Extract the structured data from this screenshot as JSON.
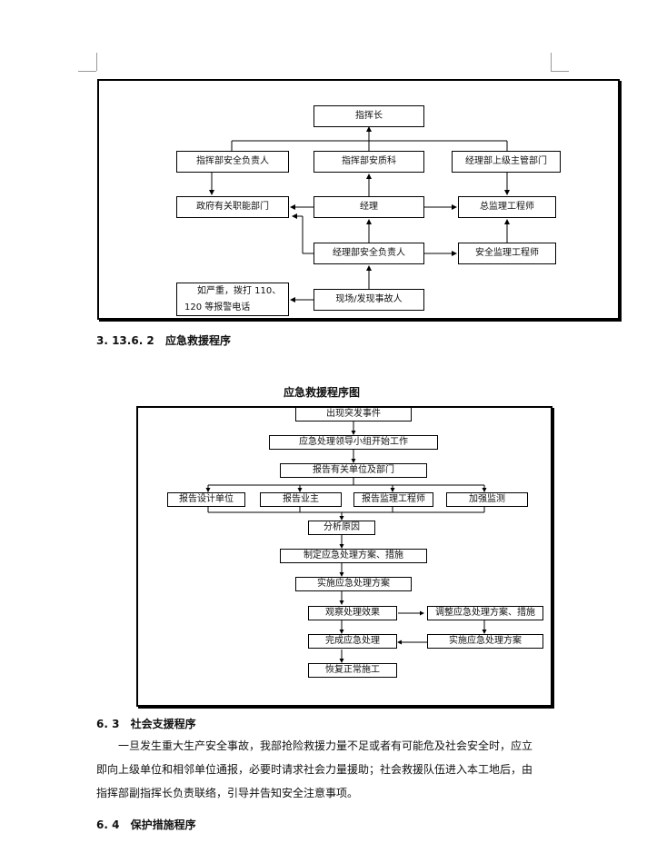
{
  "org_chart": {
    "commander": "指挥长",
    "safety_lead": "指挥部安全负责人",
    "safety_dept": "指挥部安质科",
    "superior_dept": "经理部上级主管部门",
    "gov_dept": "政府有关职能部门",
    "manager": "经理",
    "chief_supervisor": "总监理工程师",
    "mgr_safety_lead": "经理部安全负责人",
    "safety_supervisor": "安全监理工程师",
    "emergency_call_line1": "如严重，拨打 110、",
    "emergency_call_line2": "120 等报警电话",
    "accident_finder": "现场/发现事故人"
  },
  "section_3_13_6_2": {
    "number": "3. 13.6. 2",
    "title": "应急救援程序"
  },
  "flow_chart": {
    "title": "应急救援程序图",
    "step1": "出现突发事件",
    "step2": "应急处理领导小组开始工作",
    "step3": "报告有关单位及部门",
    "report_design": "报告设计单位",
    "report_owner": "报告业主",
    "report_supervisor": "报告监理工程师",
    "strengthen_monitor": "加强监测",
    "analyze": "分析原因",
    "make_plan": "制定应急处理方案、措施",
    "implement_plan": "实施应急处理方案",
    "observe": "观察处理效果",
    "adjust": "调整应急处理方案、措施",
    "complete": "完成应急处理",
    "implement_plan2": "实施应急处理方案",
    "resume": "恢复正常施工"
  },
  "section_6_3": {
    "number": "6. 3",
    "title": "社会支援程序",
    "line1": "一旦发生重大生产安全事故，我部抢险救援力量不足或者有可能危及社会安全时，应立",
    "line2": "即向上级单位和相邻单位通报，必要时请求社会力量援助；社会救援队伍进入本工地后，由",
    "line3": "指挥部副指挥长负责联络，引导并告知安全注意事项。"
  },
  "section_6_4": {
    "number": "6. 4",
    "title": "保护措施程序"
  }
}
